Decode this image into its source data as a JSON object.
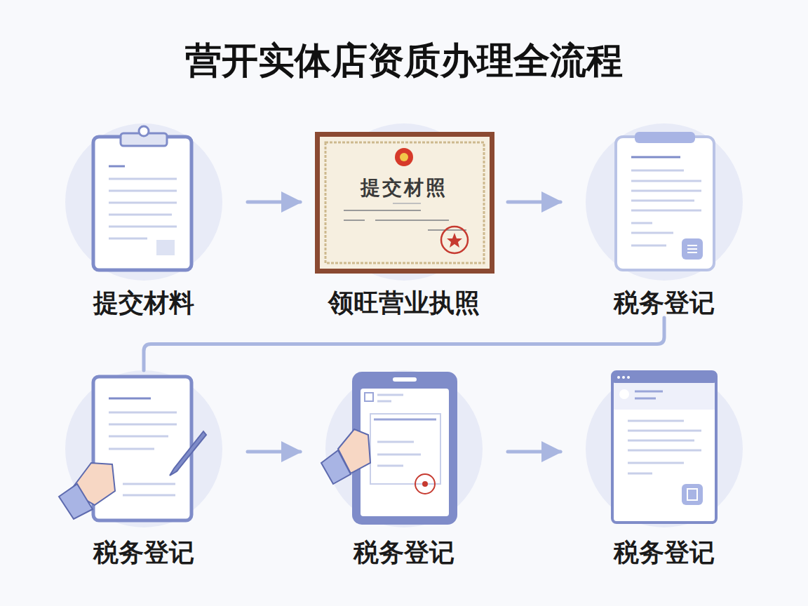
{
  "diagram": {
    "title": "营开实体店资质办理全流程",
    "nodes": [
      {
        "text": [
          "提交材料"
        ]
      },
      {
        "text": [
          "领旺营业执照"
        ]
      },
      {
        "text": [
          "税务登记"
        ]
      },
      {
        "text": [
          "税务登记"
        ]
      },
      {
        "text": [
          "税务登记"
        ]
      },
      {
        "text": [
          "税务登记"
        ]
      }
    ],
    "edges": [
      {
        "from": 0,
        "to": 1,
        "arrow": "to"
      },
      {
        "from": 1,
        "to": 2,
        "arrow": "to"
      },
      {
        "from": 2,
        "to": 3,
        "arrow": "none"
      },
      {
        "from": 3,
        "to": 4,
        "arrow": "to"
      },
      {
        "from": 4,
        "to": 5,
        "arrow": "to"
      }
    ],
    "labels": [
      "提交材照"
    ]
  }
}
